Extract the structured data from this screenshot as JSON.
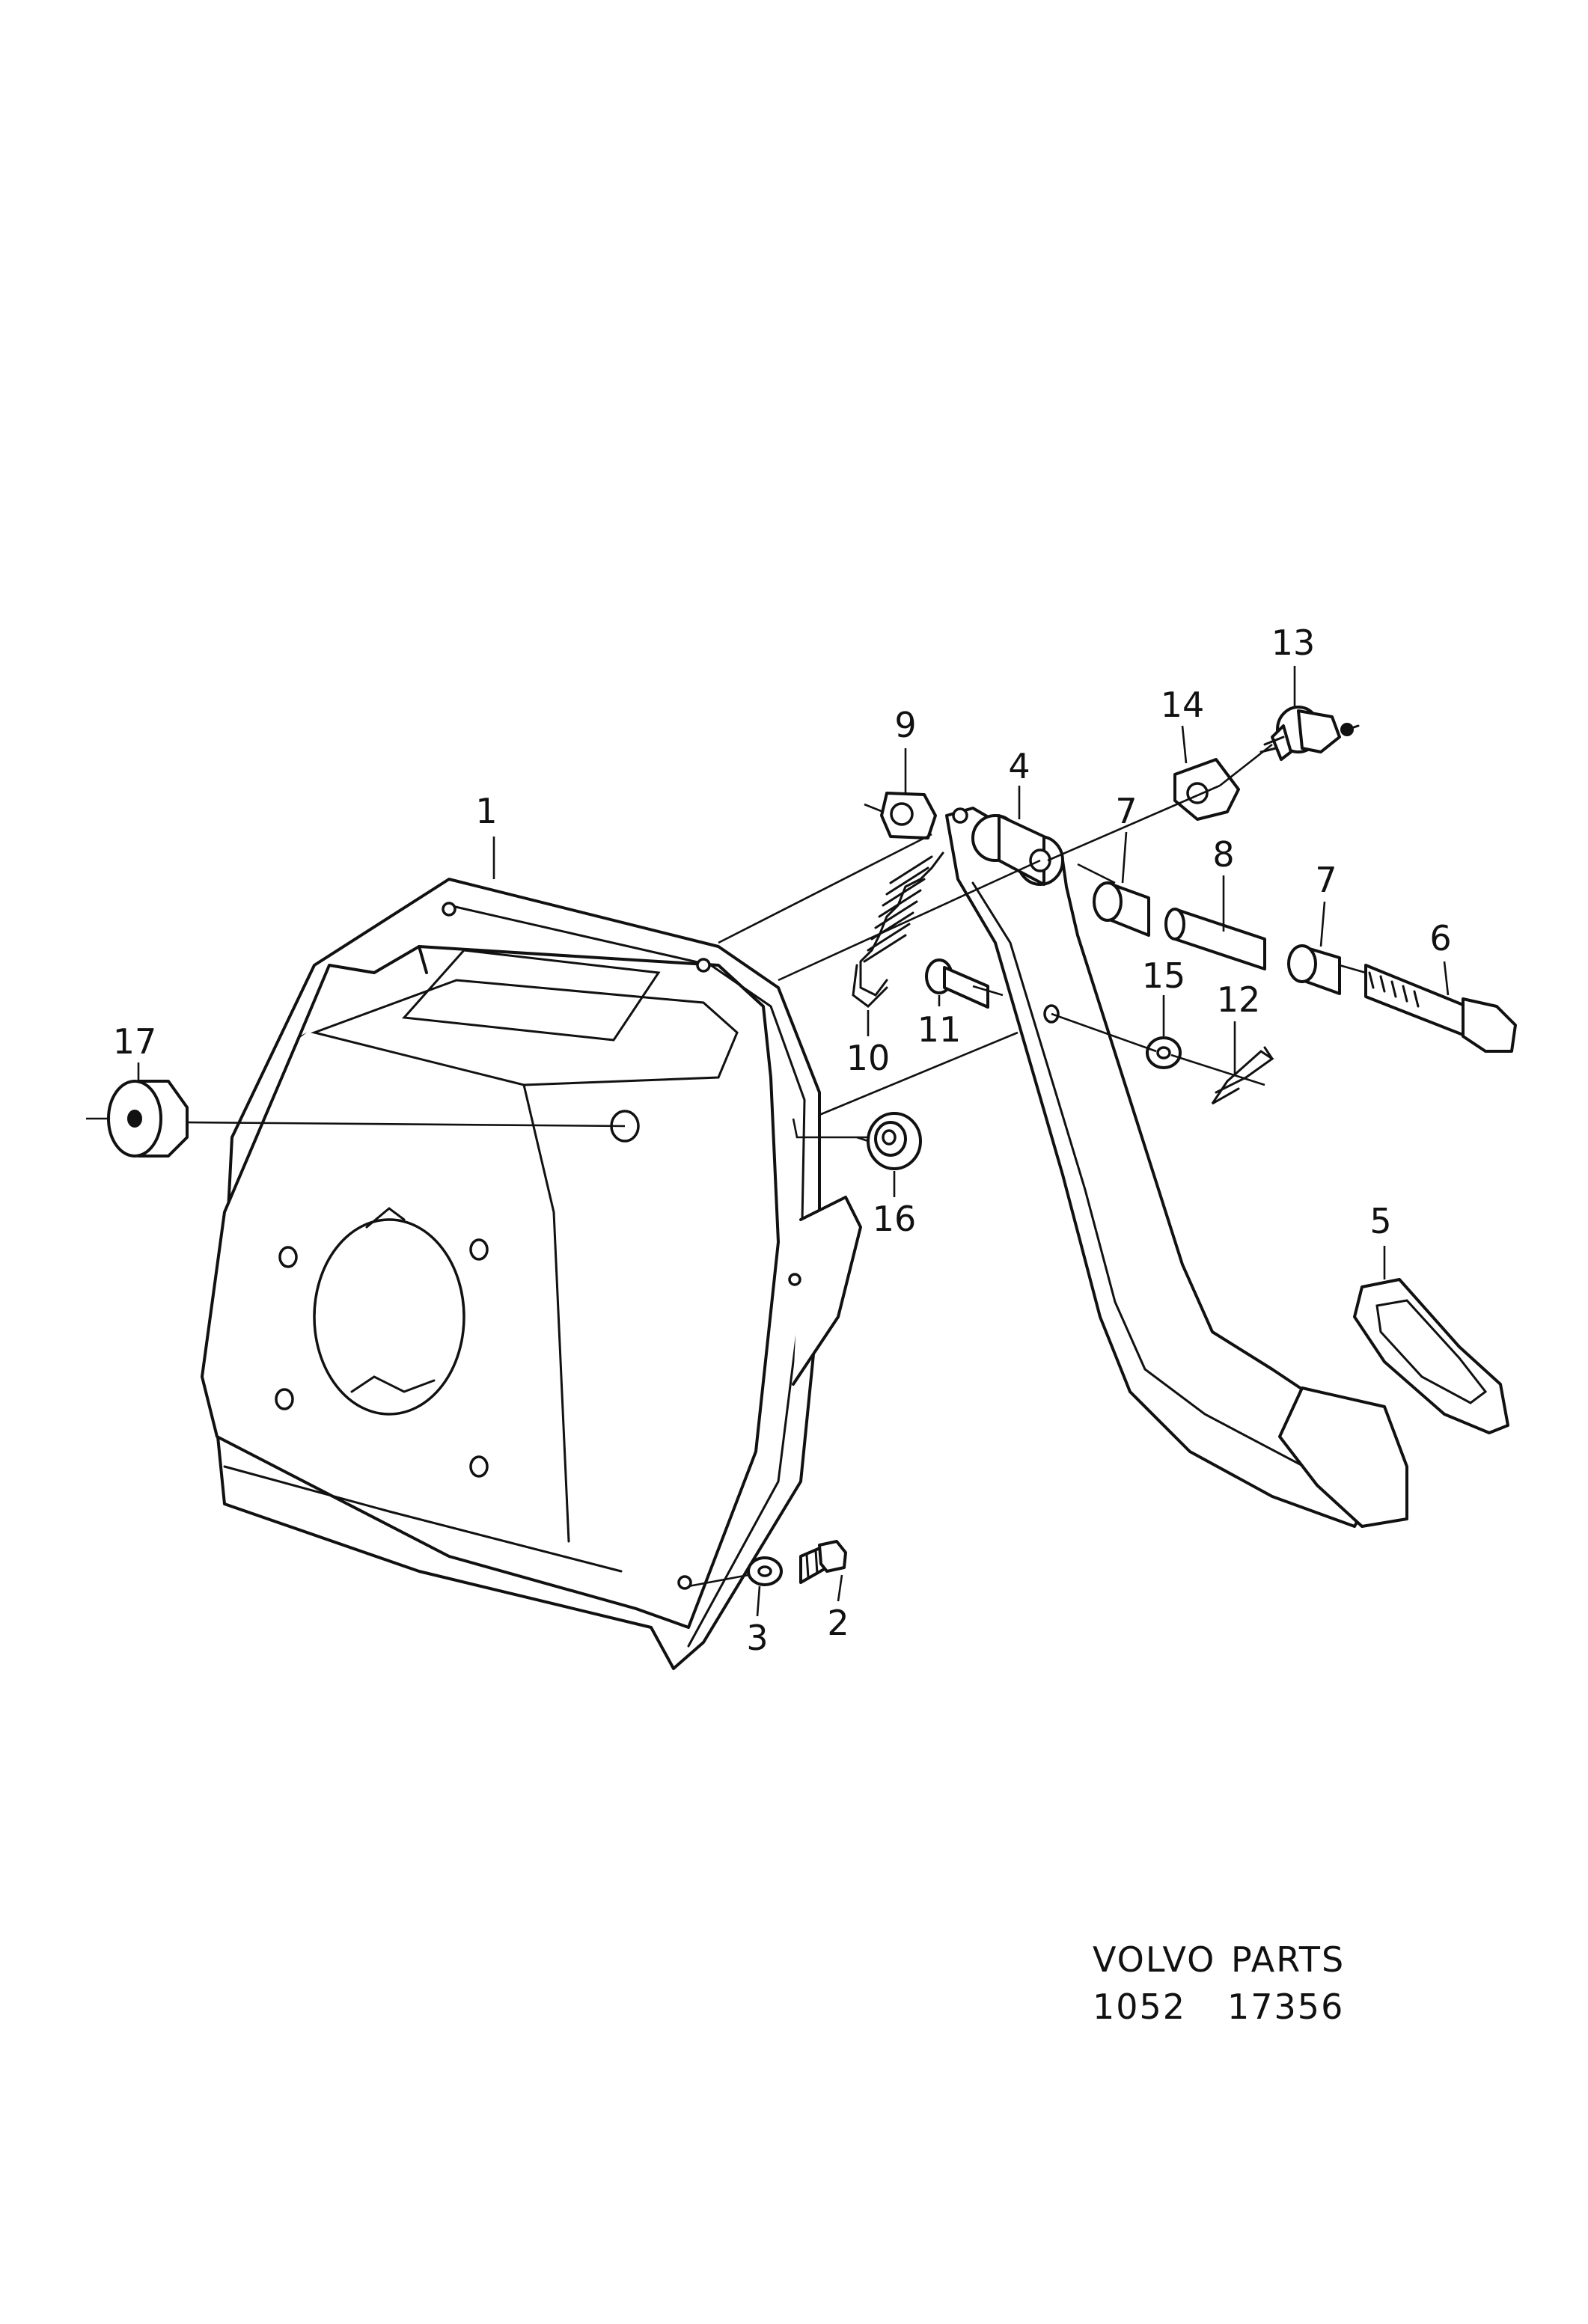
{
  "callouts": {
    "c1": "1",
    "c2": "2",
    "c3": "3",
    "c4": "4",
    "c5": "5",
    "c6": "6",
    "c7a": "7",
    "c7b": "7",
    "c8": "8",
    "c9": "9",
    "c10": "10",
    "c11": "11",
    "c12": "12",
    "c13": "13",
    "c14": "14",
    "c15": "15",
    "c16": "16",
    "c17": "17"
  },
  "footer": {
    "brand": "VOLVO",
    "parts": "PARTS",
    "code": "1052",
    "number": "17356"
  }
}
